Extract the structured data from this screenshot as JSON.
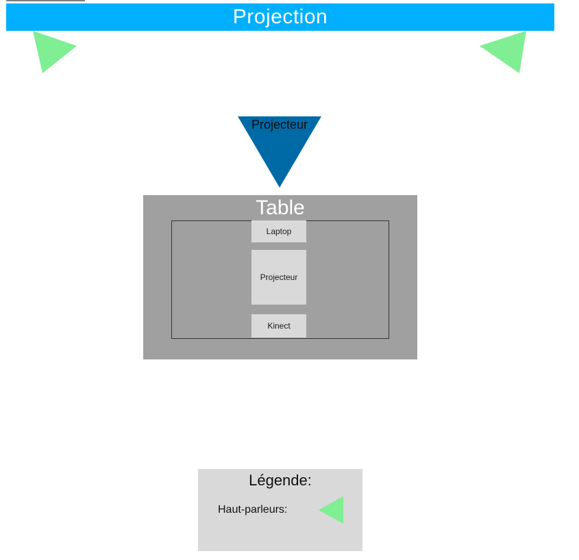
{
  "header": {
    "title": "Projection"
  },
  "projector": {
    "label": "Projecteur"
  },
  "table": {
    "title": "Table",
    "devices": [
      {
        "label": "Laptop"
      },
      {
        "label": "Projecteur"
      },
      {
        "label": "Kinect"
      }
    ]
  },
  "legend": {
    "title": "Légende:",
    "speakers_label": "Haut-parleurs:"
  },
  "colors": {
    "title_bar": "#00b0ff",
    "title_text": "#ffffff",
    "speaker": "#80ee93",
    "projector": "#006aa6",
    "table": "#a0a0a0",
    "device_box": "#d9d9d9",
    "legend_box": "#d9d9d9"
  },
  "icons": {
    "speaker": "speaker-triangle-icon",
    "projector": "projector-triangle-icon"
  }
}
